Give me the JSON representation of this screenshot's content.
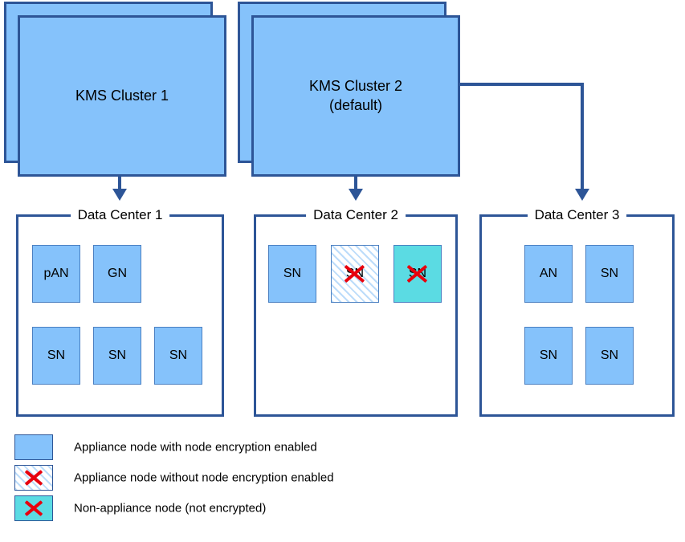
{
  "diagram": {
    "clusters": [
      {
        "id": "kms-cluster-1",
        "label": "KMS Cluster 1"
      },
      {
        "id": "kms-cluster-2",
        "label": "KMS Cluster 2\n(default)"
      }
    ],
    "data_centers": [
      {
        "id": "data-center-1",
        "title": "Data Center 1",
        "nodes": [
          {
            "label": "pAN",
            "type": "encrypted",
            "crossed": false
          },
          {
            "label": "GN",
            "type": "encrypted",
            "crossed": false
          },
          {
            "label": "SN",
            "type": "encrypted",
            "crossed": false
          },
          {
            "label": "SN",
            "type": "encrypted",
            "crossed": false
          },
          {
            "label": "SN",
            "type": "encrypted",
            "crossed": false
          }
        ]
      },
      {
        "id": "data-center-2",
        "title": "Data Center 2",
        "nodes": [
          {
            "label": "SN",
            "type": "encrypted",
            "crossed": false
          },
          {
            "label": "SN",
            "type": "not-encrypted",
            "crossed": true
          },
          {
            "label": "SN",
            "type": "non-appliance",
            "crossed": true
          }
        ]
      },
      {
        "id": "data-center-3",
        "title": "Data Center 3",
        "nodes": [
          {
            "label": "AN",
            "type": "encrypted",
            "crossed": false
          },
          {
            "label": "SN",
            "type": "encrypted",
            "crossed": false
          },
          {
            "label": "SN",
            "type": "encrypted",
            "crossed": false
          },
          {
            "label": "SN",
            "type": "encrypted",
            "crossed": false
          }
        ]
      }
    ],
    "connections": [
      {
        "id": "arrow-cluster1-to-dc1",
        "from": "kms-cluster-1",
        "to": "data-center-1",
        "shape": "straight-down"
      },
      {
        "id": "arrow-cluster2-to-dc2",
        "from": "kms-cluster-2",
        "to": "data-center-2",
        "shape": "straight-down"
      },
      {
        "id": "arrow-cluster2-to-dc3",
        "from": "kms-cluster-2",
        "to": "data-center-3",
        "shape": "elbow-right-down"
      }
    ]
  },
  "legend": {
    "items": [
      {
        "id": "legend-encrypted",
        "swatch": "encrypted",
        "crossed": false,
        "text": "Appliance node with node encryption enabled"
      },
      {
        "id": "legend-not-encrypted",
        "swatch": "not-encrypted",
        "crossed": true,
        "text": "Appliance node without node encryption enabled"
      },
      {
        "id": "legend-non-appliance",
        "swatch": "non-appliance",
        "crossed": true,
        "text": "Non-appliance node (not encrypted)"
      }
    ]
  },
  "colors": {
    "node_fill_encrypted": "#85c2fb",
    "node_fill_non_appliance": "#5bdbe3",
    "frame_border": "#2d5597",
    "node_border": "#4a7fc1",
    "cross_mark": "#e8000d",
    "hatch_stripe": "#bcdcfa",
    "background": "#ffffff"
  }
}
